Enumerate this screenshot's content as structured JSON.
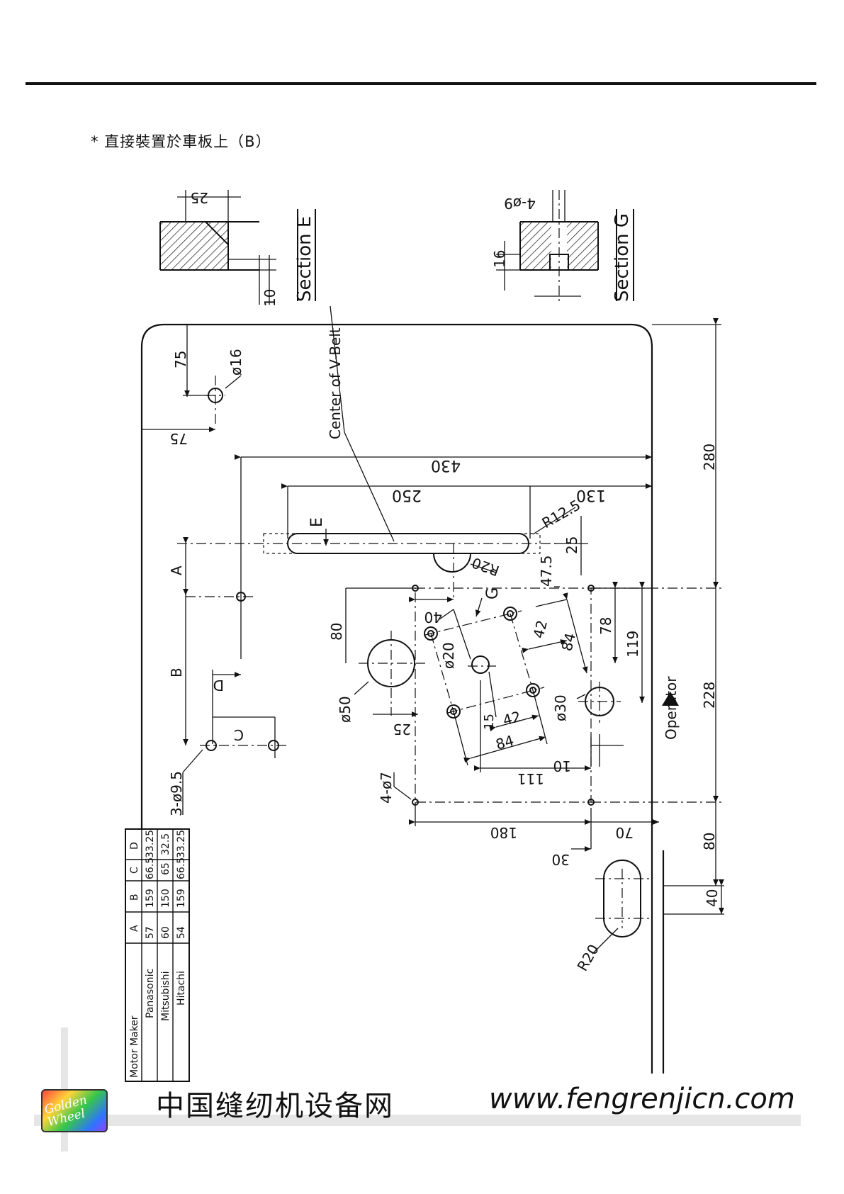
{
  "header": {
    "title": "* 直接裝置於車板上（B）"
  },
  "sections": {
    "section_e": {
      "label": "Section E",
      "dim_top": "25",
      "dim_side": "10"
    },
    "section_g": {
      "label": "Section G",
      "dim_top": "4-ø9",
      "dim_side": "16"
    }
  },
  "drawing": {
    "v_belt_label": "Center of V-Belt",
    "operator_label": "Operator",
    "dims": {
      "d75_vert": "75",
      "d16": "ø16",
      "d75_horiz": "75",
      "d430": "430",
      "d280": "280",
      "d250": "250",
      "d130": "130",
      "r125": "R12.5",
      "e_mark": "E",
      "d25_a": "25",
      "d475": "47.5",
      "r20_top": "R20",
      "a_mark": "A",
      "d40": "40",
      "g_mark": "G",
      "d80": "80",
      "d42_a": "42",
      "d84_a": "84",
      "d78": "78",
      "d119": "119",
      "d20": "ø20",
      "b_mark": "B",
      "d_mark": "D",
      "d50": "ø50",
      "d25_b": "25",
      "d15": "15",
      "d42_b": "42",
      "d84_b": "84",
      "d30": "ø30",
      "d228": "228",
      "c_mark": "C",
      "d10": "10",
      "d95": "3-ø9.5",
      "d111": "111",
      "d7": "4-ø7",
      "d180": "180",
      "d70": "70",
      "d30_b": "30",
      "d80_b": "80",
      "d40_b": "40",
      "r20_bottom": "R20"
    }
  },
  "motor_table": {
    "headers": [
      "Motor Maker",
      "A",
      "B",
      "C",
      "D"
    ],
    "rows": [
      [
        "Panasonic",
        "57",
        "159",
        "66.5",
        "33.25"
      ],
      [
        "Mitsubishi",
        "60",
        "150",
        "65",
        "32.5"
      ],
      [
        "Hitachi",
        "54",
        "159",
        "66.5",
        "33.25"
      ]
    ]
  },
  "footer": {
    "site_name": "中国缝纫机设备网",
    "url": "www.fengrenjicn.com",
    "logo_text": "Golden Wheel"
  }
}
